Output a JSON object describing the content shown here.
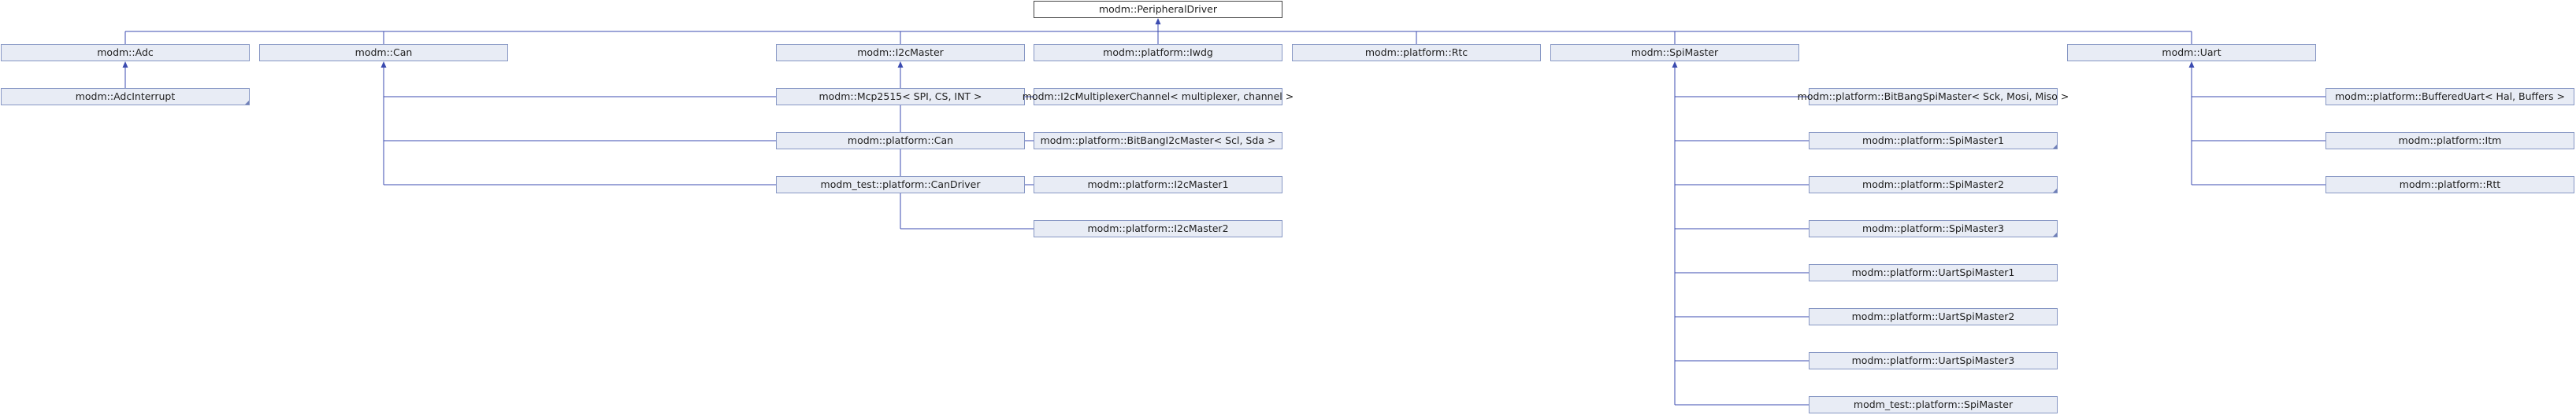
{
  "diagram": {
    "type": "class-inheritance-graph",
    "colors": {
      "node_fill": "#e8ecf5",
      "node_border": "#8797c4",
      "root_border": "#444444",
      "edge": "#3b4bb0",
      "text": "#222222"
    },
    "root": {
      "id": "peripheral",
      "label": "modm::PeripheralDriver"
    },
    "nodes": [
      {
        "id": "adc",
        "label": "modm::Adc",
        "parent": "peripheral"
      },
      {
        "id": "can",
        "label": "modm::Can",
        "parent": "peripheral"
      },
      {
        "id": "i2c",
        "label": "modm::I2cMaster",
        "parent": "peripheral"
      },
      {
        "id": "iwdg",
        "label": "modm::platform::Iwdg",
        "parent": "peripheral"
      },
      {
        "id": "rtc",
        "label": "modm::platform::Rtc",
        "parent": "peripheral"
      },
      {
        "id": "spi",
        "label": "modm::SpiMaster",
        "parent": "peripheral"
      },
      {
        "id": "uart",
        "label": "modm::Uart",
        "parent": "peripheral"
      },
      {
        "id": "adcint",
        "label": "modm::AdcInterrupt",
        "parent": "adc",
        "truncated": true
      },
      {
        "id": "mcp",
        "label": "modm::Mcp2515< SPI, CS, INT >",
        "parent": "can"
      },
      {
        "id": "pcan",
        "label": "modm::platform::Can",
        "parent": "can"
      },
      {
        "id": "tcan",
        "label": "modm_test::platform::CanDriver",
        "parent": "can"
      },
      {
        "id": "i2cmux",
        "label": "modm::I2cMultiplexerChannel< multiplexer, channel >",
        "parent": "i2c"
      },
      {
        "id": "bbi2c",
        "label": "modm::platform::BitBangI2cMaster< Scl, Sda >",
        "parent": "i2c"
      },
      {
        "id": "i2c1",
        "label": "modm::platform::I2cMaster1",
        "parent": "i2c"
      },
      {
        "id": "i2c2",
        "label": "modm::platform::I2cMaster2",
        "parent": "i2c"
      },
      {
        "id": "bbspi",
        "label": "modm::platform::BitBangSpiMaster< Sck, Mosi, Miso >",
        "parent": "spi"
      },
      {
        "id": "spi1",
        "label": "modm::platform::SpiMaster1",
        "parent": "spi",
        "truncated": true
      },
      {
        "id": "spi2",
        "label": "modm::platform::SpiMaster2",
        "parent": "spi",
        "truncated": true
      },
      {
        "id": "spi3",
        "label": "modm::platform::SpiMaster3",
        "parent": "spi",
        "truncated": true
      },
      {
        "id": "uspi1",
        "label": "modm::platform::UartSpiMaster1",
        "parent": "spi"
      },
      {
        "id": "uspi2",
        "label": "modm::platform::UartSpiMaster2",
        "parent": "spi"
      },
      {
        "id": "uspi3",
        "label": "modm::platform::UartSpiMaster3",
        "parent": "spi"
      },
      {
        "id": "tspi",
        "label": "modm_test::platform::SpiMaster",
        "parent": "spi"
      },
      {
        "id": "buart",
        "label": "modm::platform::BufferedUart< Hal, Buffers >",
        "parent": "uart"
      },
      {
        "id": "itm",
        "label": "modm::platform::Itm",
        "parent": "uart"
      },
      {
        "id": "rtt",
        "label": "modm::platform::Rtt",
        "parent": "uart"
      }
    ]
  }
}
